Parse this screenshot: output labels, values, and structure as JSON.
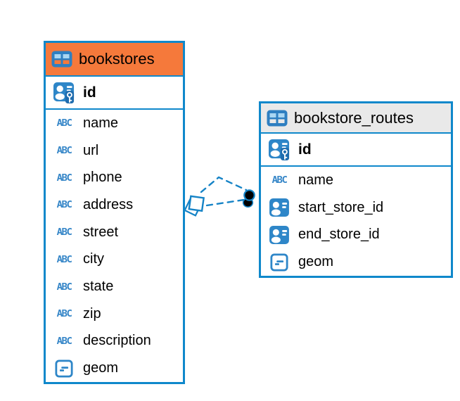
{
  "diagram": {
    "tables": [
      {
        "name": "bookstores",
        "header_color": "#f5793b",
        "columns": [
          {
            "name": "id",
            "type": "primary-key"
          },
          {
            "name": "name",
            "type": "text"
          },
          {
            "name": "url",
            "type": "text"
          },
          {
            "name": "phone",
            "type": "text"
          },
          {
            "name": "address",
            "type": "text"
          },
          {
            "name": "street",
            "type": "text"
          },
          {
            "name": "city",
            "type": "text"
          },
          {
            "name": "state",
            "type": "text"
          },
          {
            "name": "zip",
            "type": "text"
          },
          {
            "name": "description",
            "type": "text"
          },
          {
            "name": "geom",
            "type": "geometry"
          }
        ]
      },
      {
        "name": "bookstore_routes",
        "header_color": "#e9e9e9",
        "columns": [
          {
            "name": "id",
            "type": "primary-key"
          },
          {
            "name": "name",
            "type": "text"
          },
          {
            "name": "start_store_id",
            "type": "foreign-key"
          },
          {
            "name": "end_store_id",
            "type": "foreign-key"
          },
          {
            "name": "geom",
            "type": "geometry"
          }
        ]
      }
    ],
    "icons": {
      "text_type_label": "ABC"
    },
    "relationship": {
      "from_table": "bookstores",
      "to_table": "bookstore_routes",
      "line_style": "dashed",
      "line_count": 2,
      "source_marker": "diamond",
      "target_marker": "filled-circles"
    },
    "colors": {
      "table_border": "#0f88cb",
      "bookstores_header": "#f5793b",
      "routes_header": "#e9e9e9",
      "icon_blue": "#2e86c8",
      "connector_line": "#1583c6",
      "endpoint_dot": "#000000"
    }
  }
}
